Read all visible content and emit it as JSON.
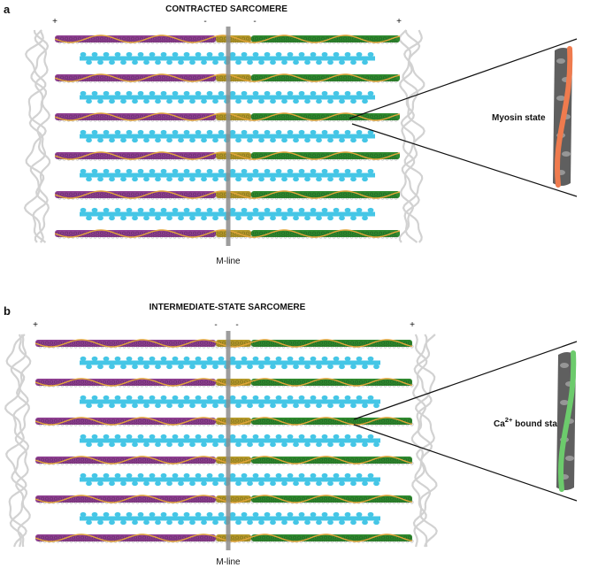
{
  "colors": {
    "thin_left": "#8e3f91",
    "thin_right": "#2f8a2f",
    "thin_center": "#b59a2a",
    "tropomyosin": "#e2a53a",
    "thick": "#45c6e6",
    "titin": "#d2d2d2",
    "mline": "#8c8c8c",
    "myosin_strand": "#ef7b4e",
    "ca_strand": "#6ccb6c",
    "density": "#5f5f5f"
  },
  "panel_a": {
    "label": "a",
    "title": "CONTRACTED SARCOMERE",
    "plus_left": "+",
    "minus_left": "-",
    "minus_right": "-",
    "plus_right": "+",
    "mline_label": "M-line",
    "state_label": "Myosin state"
  },
  "panel_b": {
    "label": "b",
    "title": "INTERMEDIATE-STATE SARCOMERE",
    "plus_left": "+",
    "minus_left": "-",
    "minus_right": "-",
    "plus_right": "+",
    "mline_label": "M-line",
    "state_label_main": "Ca",
    "state_label_sup": "2+",
    "state_label_rest": " bound state"
  }
}
